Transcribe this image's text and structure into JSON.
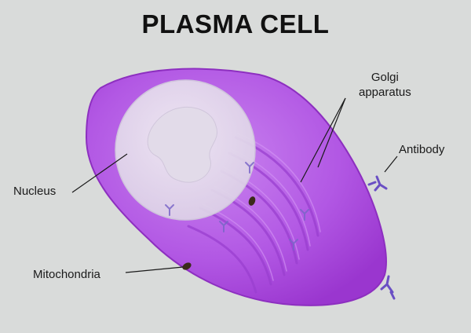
{
  "title": "PLASMA CELL",
  "labels": {
    "golgi_line1": "Golgi",
    "golgi_line2": "apparatus",
    "antibody": "Antibody",
    "nucleus": "Nucleus",
    "mitochondria": "Mitochondria"
  },
  "colors": {
    "background": "#d9dbda",
    "cell_membrane": "#a53fd6",
    "cytoplasm": "#b861e8",
    "nucleus": "#e6e0ec",
    "antibody": "#6a4fc4",
    "leader_line": "#1a1a1a"
  }
}
